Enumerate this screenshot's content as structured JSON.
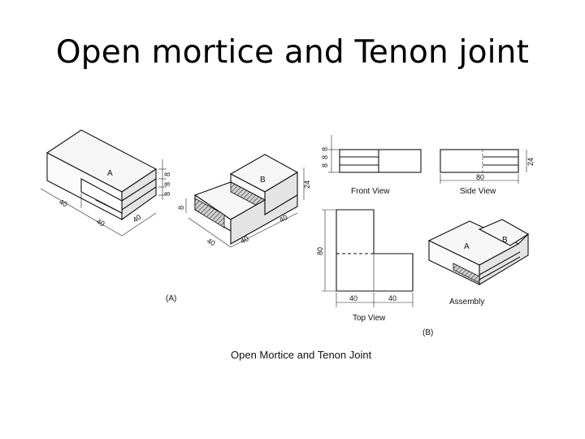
{
  "title": "Open mortice and Tenon joint",
  "figure": {
    "caption": "Open Mortice and Tenon Joint",
    "view_a_label": "(A)",
    "view_b_label": "(B)",
    "parts": {
      "a": "A",
      "b": "B"
    },
    "views": {
      "front": "Front View",
      "side": "Side View",
      "top": "Top View",
      "assembly": "Assembly"
    },
    "dimensions": {
      "d40": "40",
      "d80": "80",
      "d24": "24",
      "d8": "8"
    }
  }
}
